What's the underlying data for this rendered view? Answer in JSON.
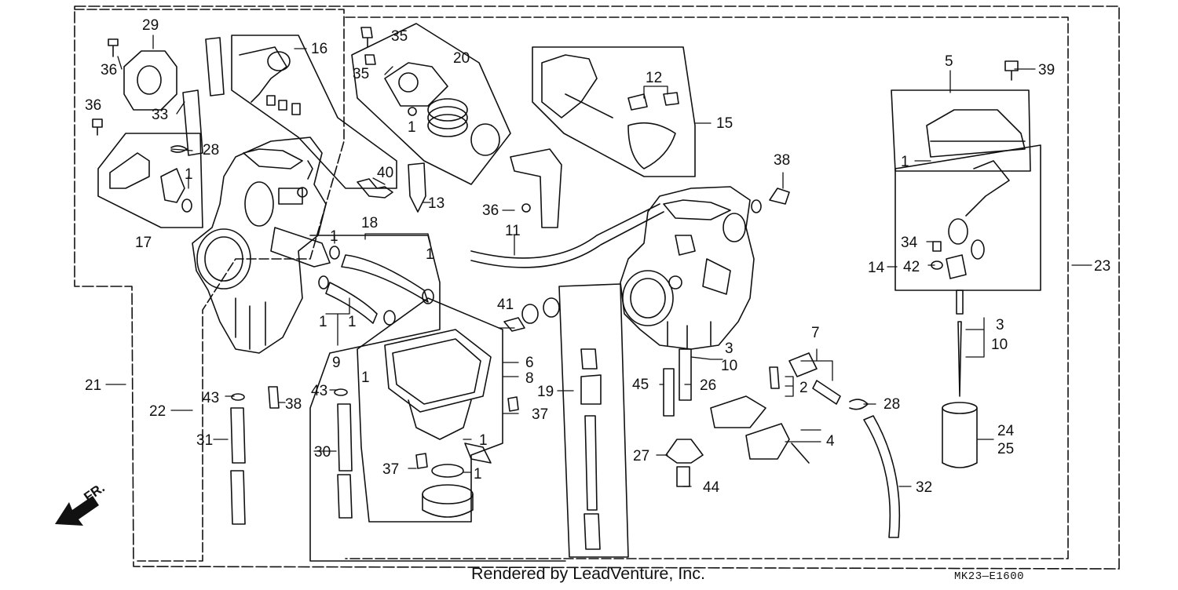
{
  "diagram": {
    "footer_credit": "Rendered by LeadVenture, Inc.",
    "diagram_code": "MK23—E1600",
    "direction_label": "FR.",
    "callouts": [
      {
        "id": "c1a",
        "label": "1"
      },
      {
        "id": "c1b",
        "label": "1"
      },
      {
        "id": "c1c",
        "label": "1"
      },
      {
        "id": "c1d",
        "label": "1"
      },
      {
        "id": "c1e",
        "label": "1"
      },
      {
        "id": "c1f",
        "label": "1"
      },
      {
        "id": "c1g",
        "label": "1"
      },
      {
        "id": "c1h",
        "label": "1"
      },
      {
        "id": "c1i",
        "label": "1"
      },
      {
        "id": "c1j",
        "label": "1"
      },
      {
        "id": "c1k",
        "label": "1"
      },
      {
        "id": "c2",
        "label": "2"
      },
      {
        "id": "c3a",
        "label": "3"
      },
      {
        "id": "c3b",
        "label": "3"
      },
      {
        "id": "c4",
        "label": "4"
      },
      {
        "id": "c5",
        "label": "5"
      },
      {
        "id": "c6",
        "label": "6"
      },
      {
        "id": "c7",
        "label": "7"
      },
      {
        "id": "c8",
        "label": "8"
      },
      {
        "id": "c9",
        "label": "9"
      },
      {
        "id": "c10a",
        "label": "10"
      },
      {
        "id": "c10b",
        "label": "10"
      },
      {
        "id": "c11",
        "label": "11"
      },
      {
        "id": "c12",
        "label": "12"
      },
      {
        "id": "c13",
        "label": "13"
      },
      {
        "id": "c14",
        "label": "14"
      },
      {
        "id": "c15",
        "label": "15"
      },
      {
        "id": "c16",
        "label": "16"
      },
      {
        "id": "c17",
        "label": "17"
      },
      {
        "id": "c18",
        "label": "18"
      },
      {
        "id": "c19",
        "label": "19"
      },
      {
        "id": "c20",
        "label": "20"
      },
      {
        "id": "c21",
        "label": "21"
      },
      {
        "id": "c22",
        "label": "22"
      },
      {
        "id": "c23",
        "label": "23"
      },
      {
        "id": "c24",
        "label": "24"
      },
      {
        "id": "c25",
        "label": "25"
      },
      {
        "id": "c26",
        "label": "26"
      },
      {
        "id": "c27",
        "label": "27"
      },
      {
        "id": "c28a",
        "label": "28"
      },
      {
        "id": "c28b",
        "label": "28"
      },
      {
        "id": "c29",
        "label": "29"
      },
      {
        "id": "c30",
        "label": "30"
      },
      {
        "id": "c31",
        "label": "31"
      },
      {
        "id": "c32",
        "label": "32"
      },
      {
        "id": "c33",
        "label": "33"
      },
      {
        "id": "c34",
        "label": "34"
      },
      {
        "id": "c35a",
        "label": "35"
      },
      {
        "id": "c35b",
        "label": "35"
      },
      {
        "id": "c36a",
        "label": "36"
      },
      {
        "id": "c36b",
        "label": "36"
      },
      {
        "id": "c36c",
        "label": "36"
      },
      {
        "id": "c37a",
        "label": "37"
      },
      {
        "id": "c37b",
        "label": "37"
      },
      {
        "id": "c38a",
        "label": "38"
      },
      {
        "id": "c38b",
        "label": "38"
      },
      {
        "id": "c39",
        "label": "39"
      },
      {
        "id": "c40",
        "label": "40"
      },
      {
        "id": "c41",
        "label": "41"
      },
      {
        "id": "c42",
        "label": "42"
      },
      {
        "id": "c43a",
        "label": "43"
      },
      {
        "id": "c43b",
        "label": "43"
      },
      {
        "id": "c44",
        "label": "44"
      },
      {
        "id": "c45",
        "label": "45"
      }
    ]
  }
}
